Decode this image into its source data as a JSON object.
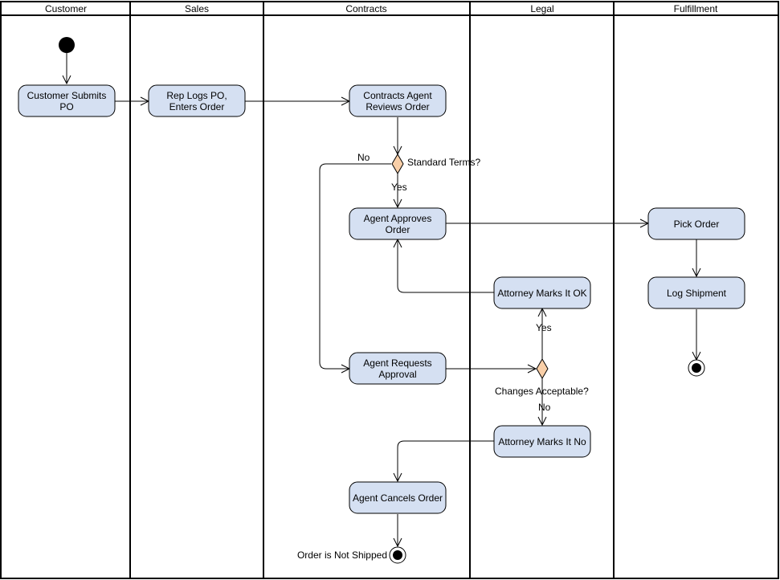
{
  "lanes": [
    "Customer",
    "Sales",
    "Contracts",
    "Legal",
    "Fulfillment"
  ],
  "activities": {
    "customer_submits": [
      "Customer Submits",
      "PO"
    ],
    "rep_logs": [
      "Rep Logs PO,",
      "Enters Order"
    ],
    "contracts_reviews": [
      "Contracts Agent",
      "Reviews Order"
    ],
    "agent_approves": [
      "Agent Approves",
      "Order"
    ],
    "agent_requests": [
      "Agent Requests",
      "Approval"
    ],
    "agent_cancels": [
      "Agent Cancels Order"
    ],
    "attorney_ok": [
      "Attorney Marks It OK"
    ],
    "attorney_no": [
      "Attorney Marks It No"
    ],
    "pick_order": [
      "Pick Order"
    ],
    "log_shipment": [
      "Log Shipment"
    ]
  },
  "decisions": {
    "standard_terms": "Standard Terms?",
    "changes_acceptable": "Changes Acceptable?"
  },
  "flow_labels": {
    "no_standard": "No",
    "yes_standard": "Yes",
    "yes_changes": "Yes",
    "no_changes": "No"
  },
  "end_labels": {
    "not_shipped": "Order is Not Shipped"
  }
}
